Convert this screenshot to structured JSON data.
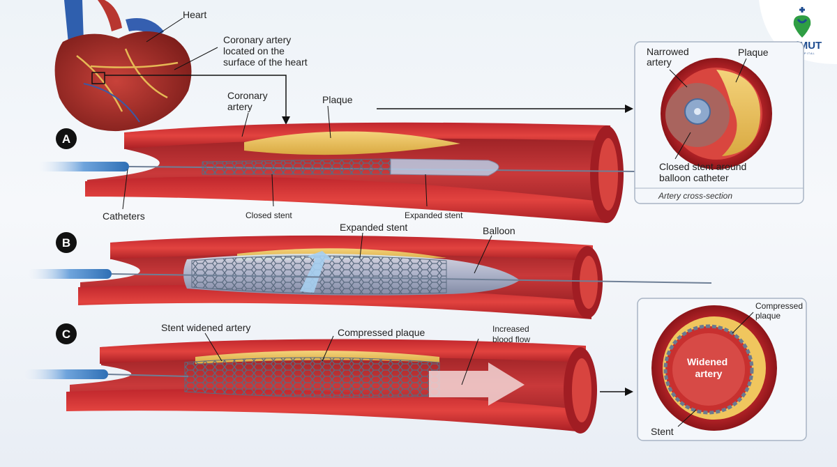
{
  "logo": {
    "name": "ViMUT",
    "sub": "HOSPITAL"
  },
  "heart": {
    "label": "Heart",
    "coronary_label": [
      "Coronary artery",
      "located on the",
      "surface of the heart"
    ]
  },
  "step_a": {
    "badge": "A",
    "coronary_label": [
      "Coronary",
      "artery"
    ],
    "plaque": "Plaque",
    "catheters": "Catheters",
    "closed_stent": "Closed stent",
    "expanded_stent": "Expanded stent"
  },
  "step_b": {
    "badge": "B",
    "expanded_stent": "Expanded stent",
    "balloon": "Balloon"
  },
  "step_c": {
    "badge": "C",
    "stent_widened": "Stent widened artery",
    "compressed_plaque": "Compressed plaque",
    "blood_flow": [
      "Increased",
      "blood flow"
    ]
  },
  "inset_top": {
    "narrowed": [
      "Narrowed",
      "artery"
    ],
    "plaque": "Plaque",
    "closed_stent": [
      "Closed stent around",
      "balloon catheter"
    ],
    "caption": "Artery cross-section"
  },
  "inset_bottom": {
    "compressed": [
      "Compressed",
      "plaque"
    ],
    "widened": [
      "Widened",
      "artery"
    ],
    "stent": "Stent"
  }
}
